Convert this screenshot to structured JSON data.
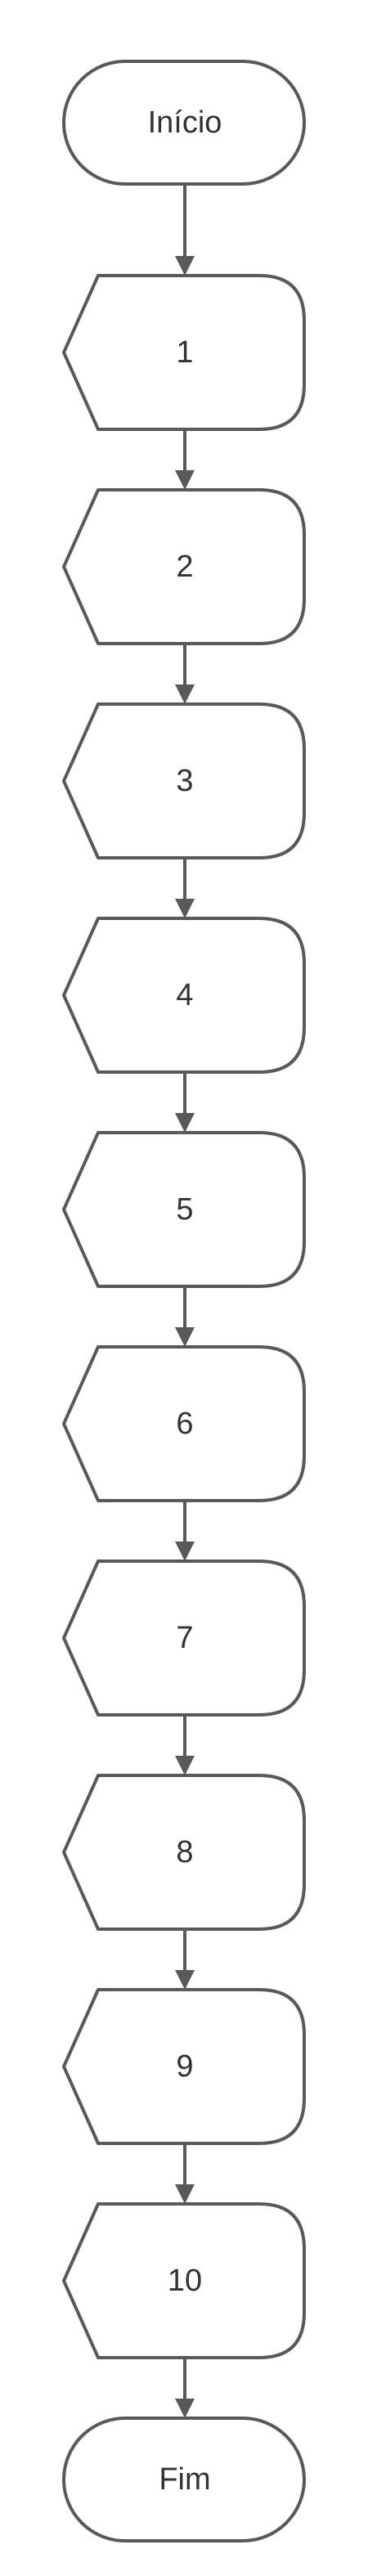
{
  "diagram": {
    "type": "flowchart",
    "nodes": [
      {
        "id": "start",
        "shape": "terminator",
        "label": "Início"
      },
      {
        "id": "n1",
        "shape": "display",
        "label": "1"
      },
      {
        "id": "n2",
        "shape": "display",
        "label": "2"
      },
      {
        "id": "n3",
        "shape": "display",
        "label": "3"
      },
      {
        "id": "n4",
        "shape": "display",
        "label": "4"
      },
      {
        "id": "n5",
        "shape": "display",
        "label": "5"
      },
      {
        "id": "n6",
        "shape": "display",
        "label": "6"
      },
      {
        "id": "n7",
        "shape": "display",
        "label": "7"
      },
      {
        "id": "n8",
        "shape": "display",
        "label": "8"
      },
      {
        "id": "n9",
        "shape": "display",
        "label": "9"
      },
      {
        "id": "n10",
        "shape": "display",
        "label": "10"
      },
      {
        "id": "end",
        "shape": "terminator",
        "label": "Fim"
      }
    ],
    "edges": [
      {
        "from": "start",
        "to": "n1"
      },
      {
        "from": "n1",
        "to": "n2"
      },
      {
        "from": "n2",
        "to": "n3"
      },
      {
        "from": "n3",
        "to": "n4"
      },
      {
        "from": "n4",
        "to": "n5"
      },
      {
        "from": "n5",
        "to": "n6"
      },
      {
        "from": "n6",
        "to": "n7"
      },
      {
        "from": "n7",
        "to": "n8"
      },
      {
        "from": "n8",
        "to": "n9"
      },
      {
        "from": "n9",
        "to": "n10"
      },
      {
        "from": "n10",
        "to": "end"
      }
    ],
    "colors": {
      "stroke": "#595959",
      "fill": "#ffffff",
      "text": "#333333"
    }
  }
}
